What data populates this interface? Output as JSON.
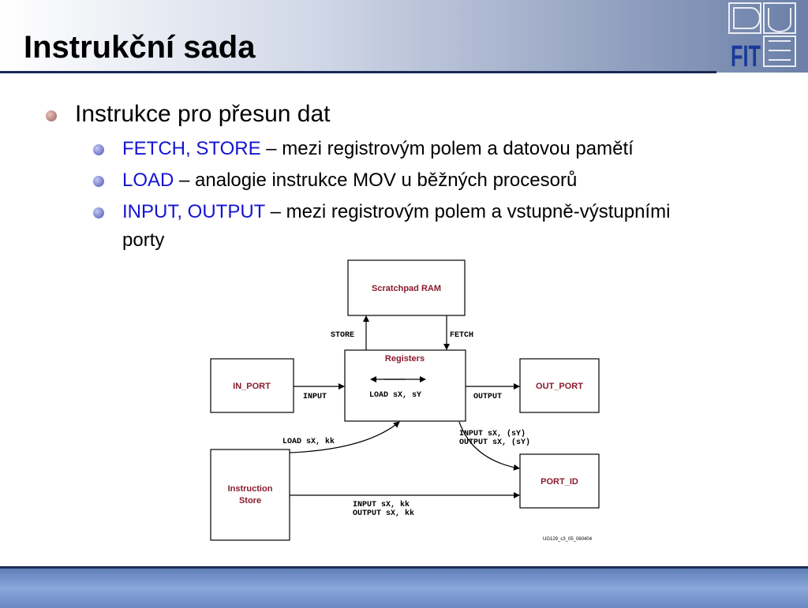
{
  "slide": {
    "title": "Instrukční sada",
    "logo_text": "FIT"
  },
  "bullets": {
    "main": "Instrukce pro přesun dat",
    "sub": [
      {
        "kw": "FETCH, STORE",
        "rest": " – mezi registrovým polem a datovou pamětí"
      },
      {
        "kw": "LOAD",
        "rest": " – analogie instrukce MOV u běžných procesorů"
      },
      {
        "kw": "INPUT, OUTPUT",
        "rest": " – mezi registrovým polem a vstupně-výstupními porty"
      }
    ]
  },
  "diagram": {
    "boxes": {
      "scratchpad": "Scratchpad RAM",
      "registers": "Registers",
      "in_port": "IN_PORT",
      "out_port": "OUT_PORT",
      "instruction_store_1": "Instruction",
      "instruction_store_2": "Store",
      "port_id": "PORT_ID"
    },
    "labels": {
      "store": "STORE",
      "fetch": "FETCH",
      "input": "INPUT",
      "output": "OUTPUT",
      "load_reg": "LOAD sX, sY",
      "load_kk": "LOAD sX, kk",
      "input_sy": "INPUT sX, (sY)",
      "output_sy": "OUTPUT sX, (sY)",
      "input_kk": "INPUT sX, kk",
      "output_kk": "OUTPUT sX, kk",
      "figure_id": "UG129_c3_05_060404"
    },
    "colors": {
      "box_text": "#8b1a2e",
      "line": "#000000"
    }
  },
  "colors": {
    "keyword": "#1414d2",
    "header_rule": "#1a2a55"
  }
}
